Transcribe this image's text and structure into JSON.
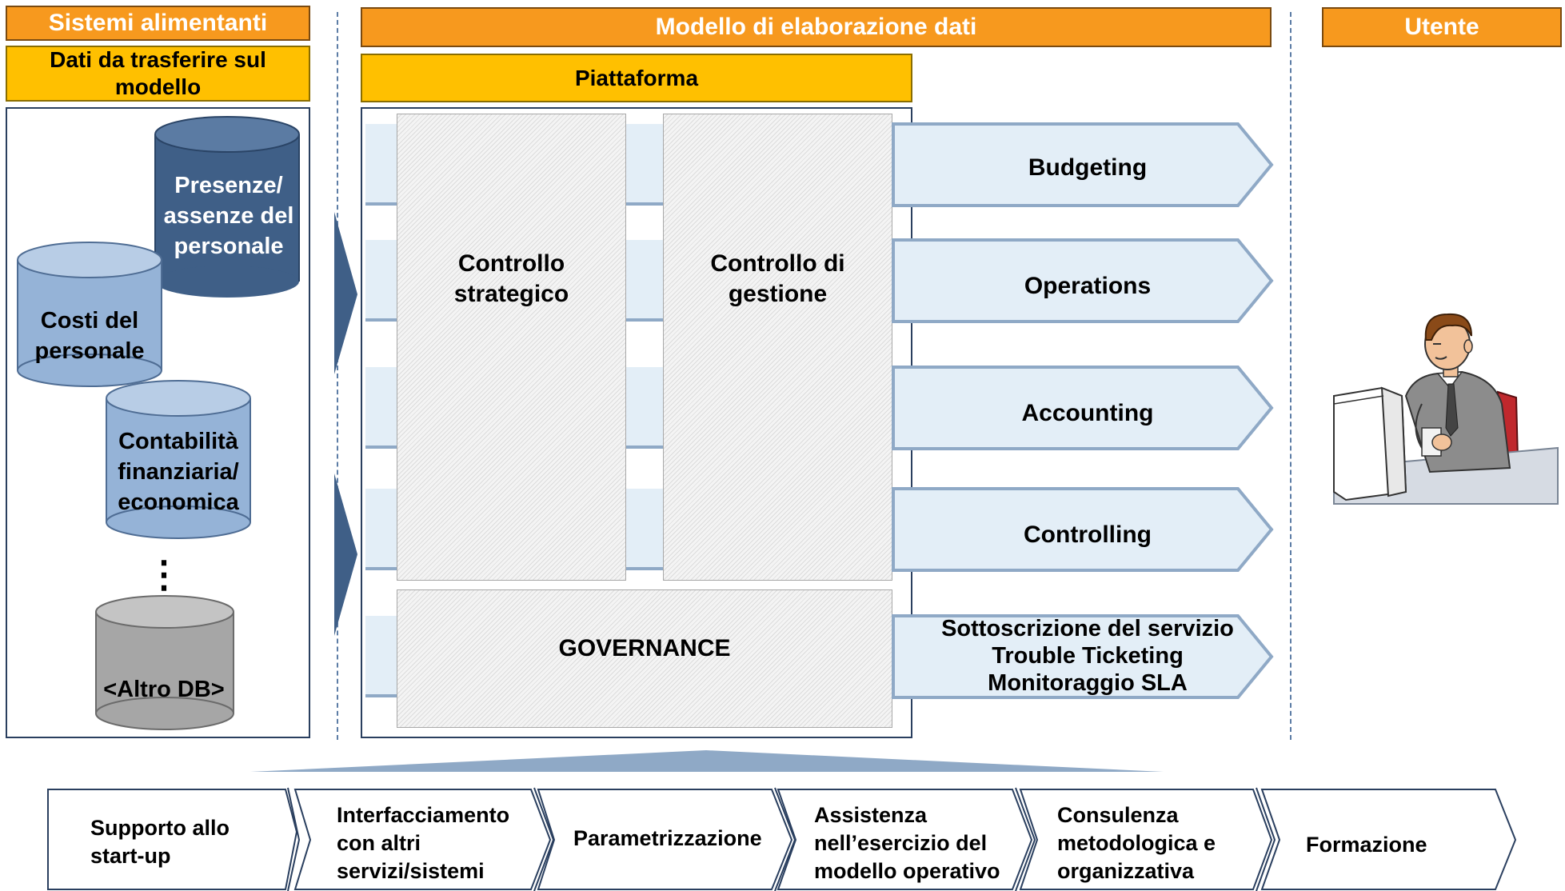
{
  "headers": {
    "sistemi": "Sistemi alimentanti",
    "modello": "Modello di elaborazione dati",
    "utente": "Utente"
  },
  "subheaders": {
    "dati": "Dati da trasferire sul modello",
    "piattaforma": "Piattaforma"
  },
  "databases": {
    "presenze": "Presenze/ assenze del personale",
    "costi": "Costi del personale",
    "contabilita": "Contabilità finanziaria/ economica",
    "ellipsis": "⋮",
    "altro": "<Altro DB>"
  },
  "platform": {
    "controllo_strategico": "Controllo strategico",
    "controllo_gestione": "Controllo di gestione",
    "governance": "GOVERNANCE"
  },
  "outputs": {
    "budgeting": "Budgeting",
    "operations": "Operations",
    "accounting": "Accounting",
    "controlling": "Controlling",
    "servizio_1": "Sottoscrizione del servizio",
    "servizio_2": "Trouble Ticketing",
    "servizio_3": "Monitoraggio SLA"
  },
  "services": [
    "Supporto allo start-up",
    "Interfacciamento con altri servizi/sistemi",
    "Parametrizzazione",
    "Assistenza nell’esercizio del modello operativo",
    "Consulenza metodologica e organizzativa",
    "Formazione"
  ],
  "colors": {
    "header_orange": "#f7991e",
    "subheader_yellow": "#ffc000",
    "db_dark": "#3f5f87",
    "db_light": "#95b3d7",
    "db_grey": "#a6a6a6",
    "band": "#e3eef7"
  },
  "icons": {
    "user": "person-at-computer-icon"
  }
}
